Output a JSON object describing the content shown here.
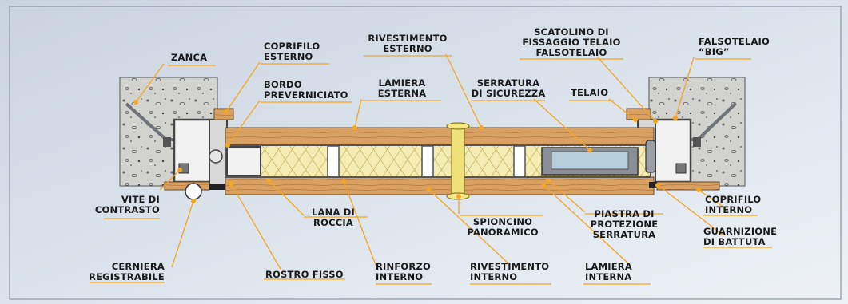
{
  "colors": {
    "leader": "#f5a623",
    "wood": "#d9a064",
    "wool": "#f4ecb2",
    "steel": "#8a8f96",
    "glass": "#b7cfdd",
    "concrete": "#cfcfcc",
    "background": "#d6dee8"
  },
  "labels": {
    "zanca": [
      "ZANCA"
    ],
    "coprifilo_esterno": [
      "COPRIFILO",
      "ESTERNO"
    ],
    "rivestimento_esterno": [
      "RIVESTIMENTO",
      "ESTERNO"
    ],
    "scatolino": [
      "SCATOLINO DI",
      "FISSAGGIO TELAIO",
      "FALSOTELAIO"
    ],
    "falsotelaio_big": [
      "FALSOTELAIO",
      "“BIG”"
    ],
    "bordo_preverniciato": [
      "BORDO",
      "PREVERNICIATO"
    ],
    "lamiera_esterna": [
      "LAMIERA",
      "ESTERNA"
    ],
    "serratura_sicurezza": [
      "SERRATURA",
      "DI SICUREZZA"
    ],
    "telaio": [
      "TELAIO"
    ],
    "vite_contrasto": [
      "VITE DI",
      "CONTRASTO"
    ],
    "lana_roccia": [
      "LANA DI",
      "ROCCIA"
    ],
    "spioncino": [
      "SPIONCINO",
      "PANORAMICO"
    ],
    "piastra": [
      "PIASTRA DI",
      "PROTEZIONE",
      "SERRATURA"
    ],
    "coprifilo_interno": [
      "COPRIFILO",
      "INTERNO"
    ],
    "guarnizione": [
      "GUARNIZIONE",
      "DI BATTUTA"
    ],
    "cerniera": [
      "CERNIERA",
      "REGISTRABILE"
    ],
    "rostro_fisso": [
      "ROSTRO FISSO"
    ],
    "rinforzo_interno": [
      "RINFORZO",
      "INTERNO"
    ],
    "rivestimento_interno": [
      "RIVESTIMENTO",
      "INTERNO"
    ],
    "lamiera_interna": [
      "LAMIERA",
      "INTERNA"
    ]
  }
}
